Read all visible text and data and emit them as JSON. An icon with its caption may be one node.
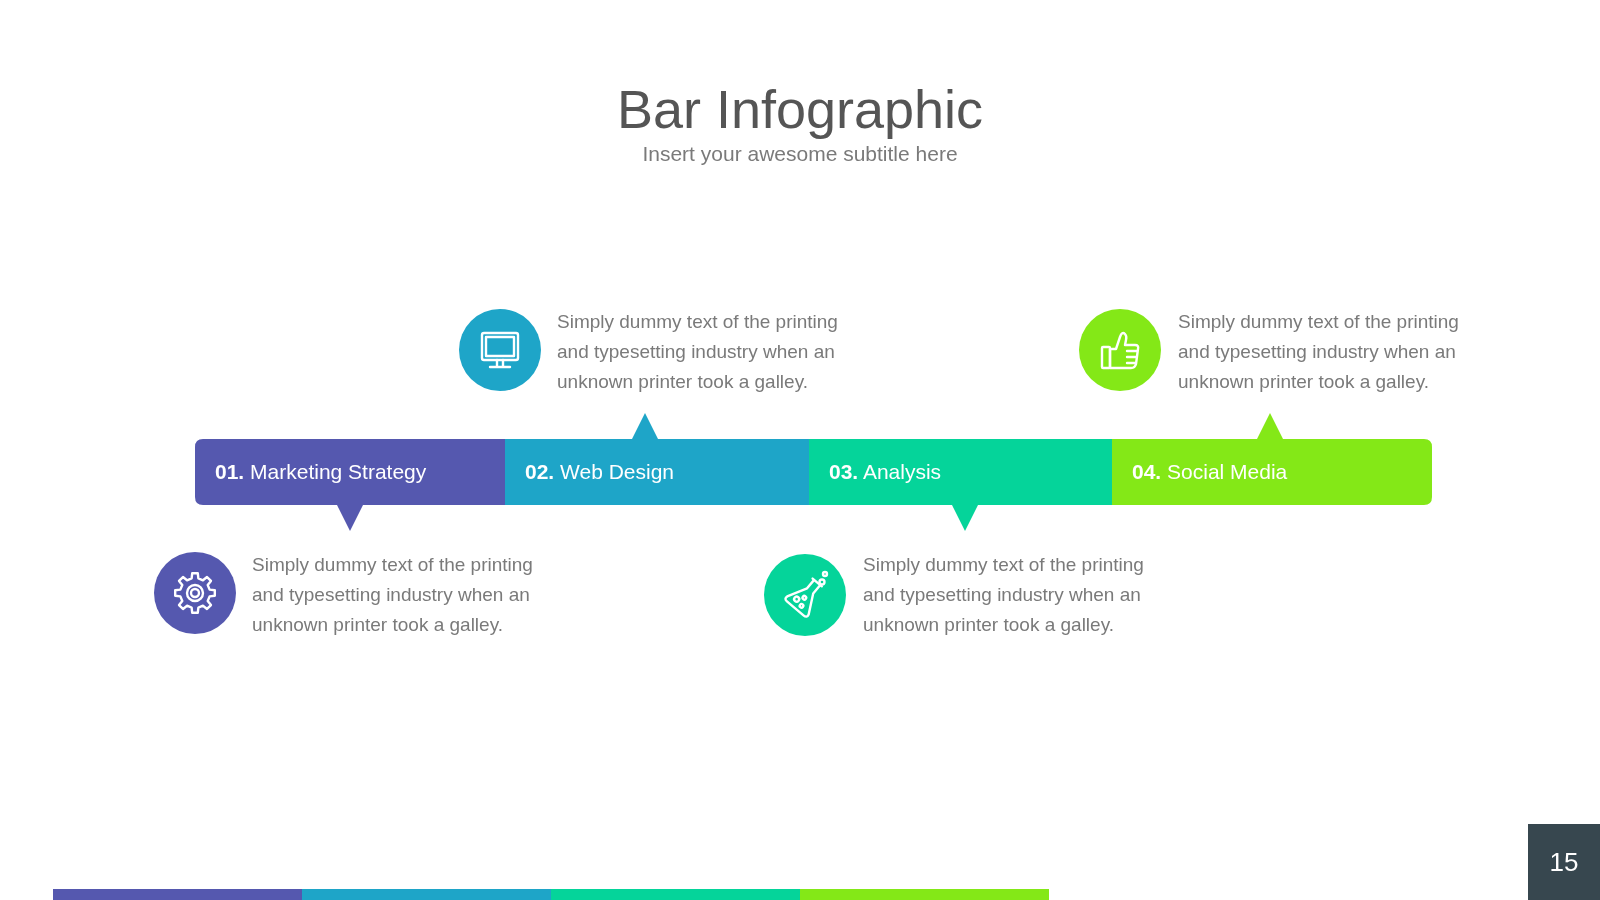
{
  "diagram": {
    "title": "Bar Infographic",
    "nodes": [
      {
        "text": [
          "**01.** Marketing Strategy"
        ],
        "beside": [
          "Simply dummy text of the printing and typesetting industry when an unknown printer took a galley."
        ]
      },
      {
        "text": [
          "**02.** Web Design"
        ],
        "beside": [
          "Simply dummy text of the printing and typesetting industry when an unknown printer took a galley."
        ]
      },
      {
        "text": [
          "**03.** Analysis"
        ],
        "beside": [
          "Simply dummy text of the printing and typesetting industry when an unknown printer took a galley."
        ]
      },
      {
        "text": [
          "**04.** Social Media"
        ],
        "beside": [
          "Simply dummy text of the printing and typesetting industry when an unknown printer took a galley."
        ]
      }
    ],
    "labels": [
      "Insert your awesome subtitle here",
      "15"
    ]
  }
}
